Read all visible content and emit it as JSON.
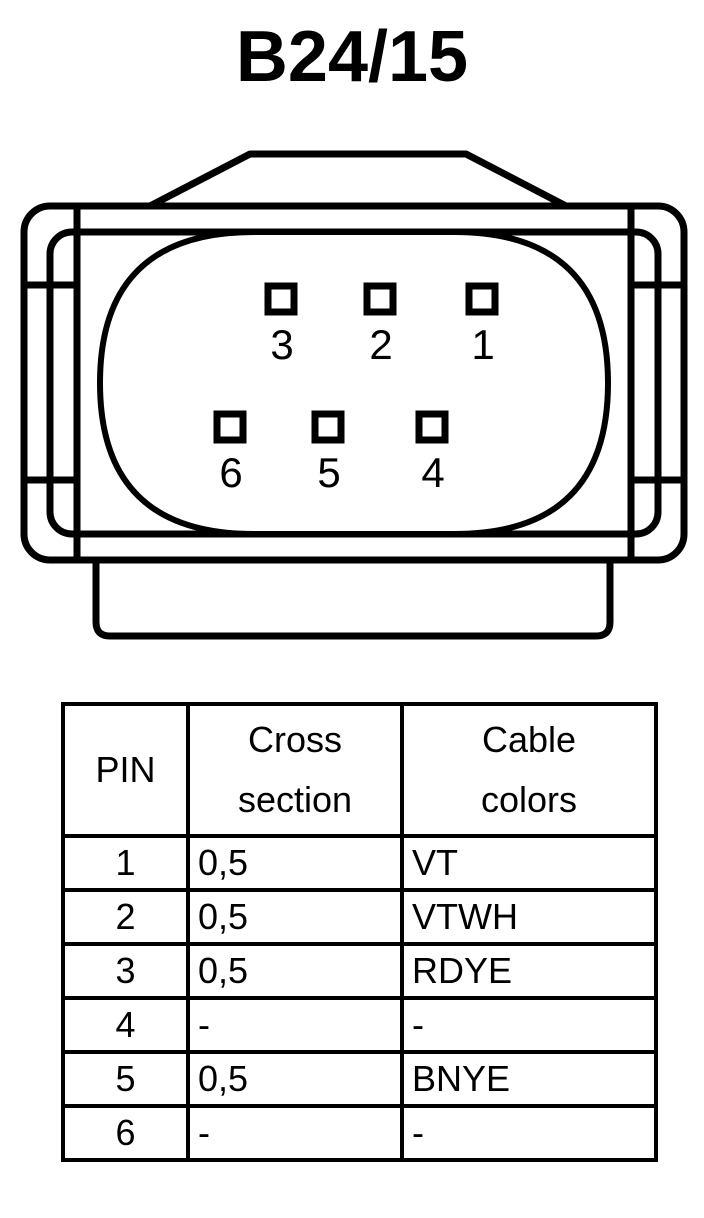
{
  "title": "B24/15",
  "connector": {
    "name": "6-way-automotive-connector-face-view",
    "pin_layout": {
      "top_row": [
        "3",
        "2",
        "1"
      ],
      "bottom_row": [
        "6",
        "5",
        "4"
      ]
    },
    "stroke_color": "#000000",
    "fill_color": "#ffffff"
  },
  "table": {
    "headers": {
      "pin": [
        "PIN"
      ],
      "cross_section": [
        "Cross",
        "section"
      ],
      "cable_colors": [
        "Cable",
        "colors"
      ]
    },
    "rows": [
      {
        "pin": "1",
        "cross_section": "0,5",
        "cable_colors": "VT"
      },
      {
        "pin": "2",
        "cross_section": "0,5",
        "cable_colors": "VTWH"
      },
      {
        "pin": "3",
        "cross_section": "0,5",
        "cable_colors": "RDYE"
      },
      {
        "pin": "4",
        "cross_section": "-",
        "cable_colors": "-"
      },
      {
        "pin": "5",
        "cross_section": "0,5",
        "cable_colors": "BNYE"
      },
      {
        "pin": "6",
        "cross_section": "-",
        "cable_colors": "-"
      }
    ]
  }
}
